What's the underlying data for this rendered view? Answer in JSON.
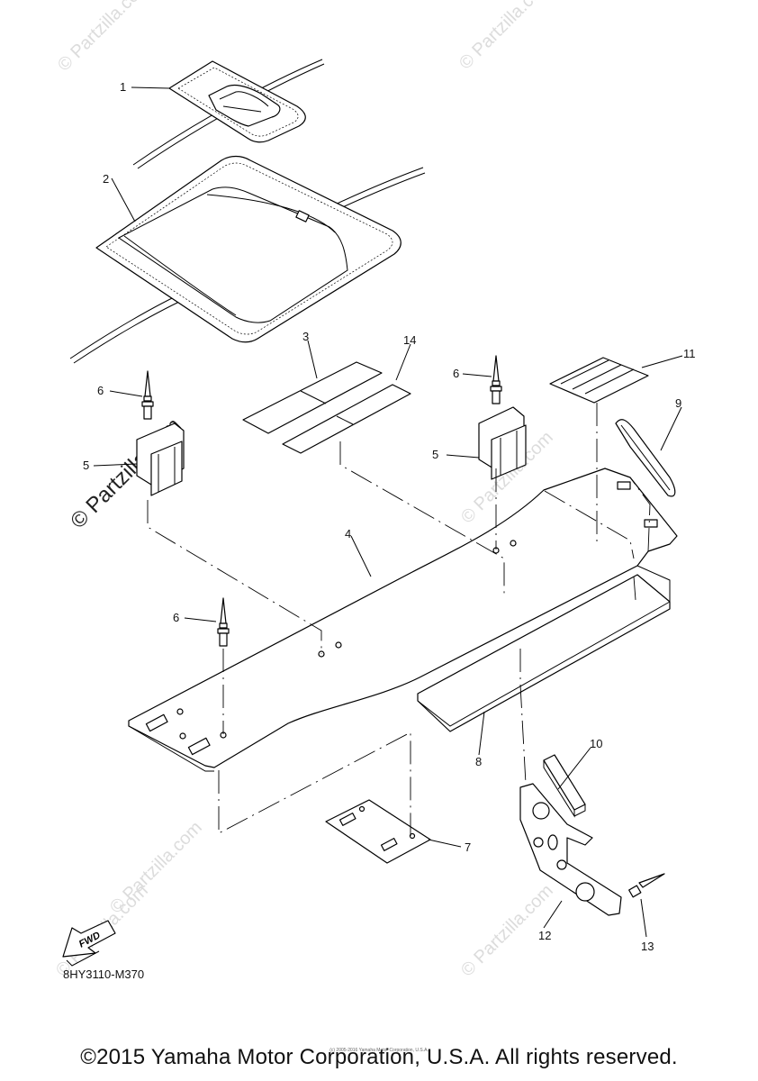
{
  "diagram": {
    "code": "8HY3110-M370",
    "fwd_label": "FWD",
    "callouts": [
      "1",
      "2",
      "3",
      "4",
      "5",
      "5",
      "6",
      "6",
      "6",
      "7",
      "8",
      "9",
      "10",
      "11",
      "12",
      "13",
      "14"
    ],
    "watermark_main": "© Partzilla.com",
    "watermark_faint": "© Partzilla.com"
  },
  "footer": {
    "copyright": "©2015 Yamaha Motor Corporation, U.S.A. All rights reserved.",
    "small_print": "(c) 2005-2016 Yamaha Motor Corporation, U.S.A."
  }
}
